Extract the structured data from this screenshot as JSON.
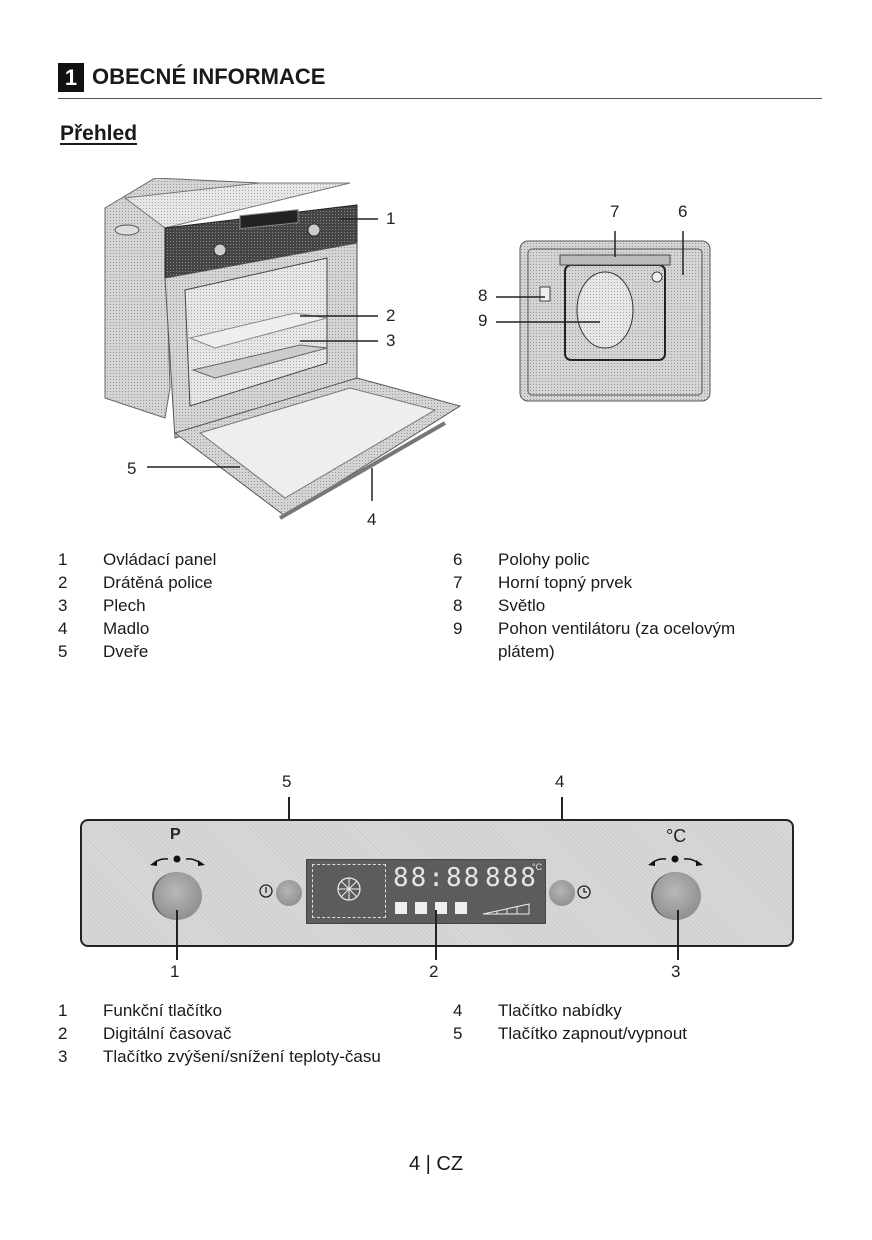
{
  "section": {
    "number": "1",
    "title": "OBECNÉ INFORMACE"
  },
  "subtitle": "Přehled",
  "oven_figure": {
    "callouts": [
      "1",
      "2",
      "3",
      "4",
      "5"
    ]
  },
  "interior_figure": {
    "callouts": [
      "6",
      "7",
      "8",
      "9"
    ]
  },
  "oven_legend": {
    "left": [
      {
        "num": "1",
        "text": "Ovládací panel"
      },
      {
        "num": "2",
        "text": "Drátěná police"
      },
      {
        "num": "3",
        "text": "Plech"
      },
      {
        "num": "4",
        "text": "Madlo"
      },
      {
        "num": "5",
        "text": "Dveře"
      }
    ],
    "right": [
      {
        "num": "6",
        "text": "Polohy polic"
      },
      {
        "num": "7",
        "text": "Horní topný prvek"
      },
      {
        "num": "8",
        "text": "Světlo"
      },
      {
        "num": "9",
        "text": "Pohon ventilátoru (za ocelovým"
      },
      {
        "num": "",
        "text": "plátem)"
      }
    ]
  },
  "control_panel": {
    "function_knob_label": "P",
    "temp_knob_label": "°C",
    "display_time": "88:88",
    "display_temp": "888",
    "display_temp_unit": "°C",
    "callouts": {
      "c1": "1",
      "c2": "2",
      "c3": "3",
      "c4": "4",
      "c5": "5"
    },
    "icons": [
      "power-icon",
      "clock-icon"
    ]
  },
  "panel_legend": {
    "left": [
      {
        "num": "1",
        "text": "Funkční tlačítko"
      },
      {
        "num": "2",
        "text": "Digitální časovač"
      },
      {
        "num": "3",
        "text": "Tlačítko zvýšení/snížení teploty-času"
      }
    ],
    "right": [
      {
        "num": "4",
        "text": "Tlačítko nabídky"
      },
      {
        "num": "5",
        "text": "Tlačítko zapnout/vypnout"
      }
    ]
  },
  "footer": {
    "page": "4 | CZ"
  }
}
